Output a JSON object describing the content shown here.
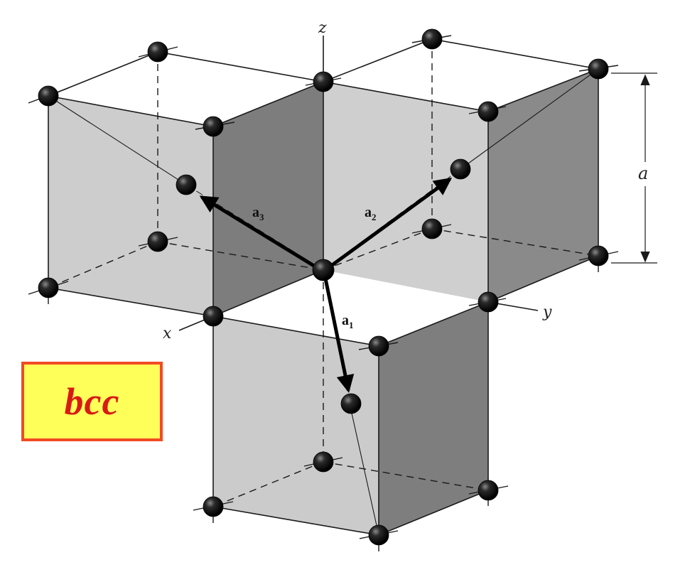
{
  "labels": {
    "axis_x": "x",
    "axis_y": "y",
    "axis_z": "z",
    "lattice_constant": "a",
    "vector_1": "a",
    "vector_1_sub": "1",
    "vector_2": "a",
    "vector_2_sub": "2",
    "vector_3": "a",
    "vector_3_sub": "3"
  },
  "badge": {
    "text": "bcc"
  },
  "colors": {
    "face_light": "#cdcdcd",
    "face_medium": "#a7a7a7",
    "face_dark": "#7b7b7b",
    "atom": "#0a0a0a",
    "badge_fill": "#ffff5a",
    "badge_border": "#f24a24",
    "badge_text": "#d91a14"
  }
}
